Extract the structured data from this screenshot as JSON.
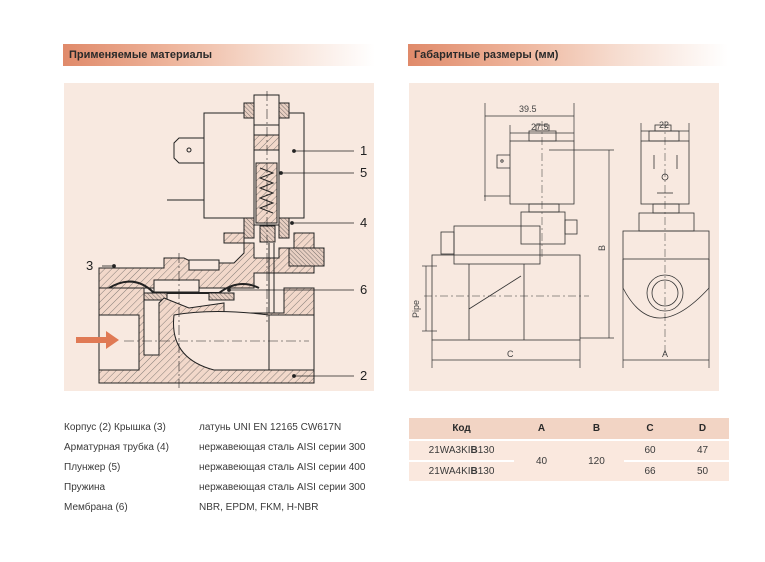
{
  "headers": {
    "materials": "Применяемые материалы",
    "dimensions": "Габаритные размеры (мм)"
  },
  "colors": {
    "accent": "#e07a55",
    "panel_bg": "#f8e9e0",
    "table_header_bg": "#f2d4c4",
    "table_row_bg": "#fae8de"
  },
  "section_drawing": {
    "callouts": [
      "1",
      "5",
      "4",
      "3",
      "6",
      "2"
    ],
    "flow_arrow": "flow-direction-arrow"
  },
  "dimension_drawing": {
    "labels": {
      "width_total": "39.5",
      "width_coil": "27.5",
      "width_side": "22",
      "height": "B",
      "pipe": "Pipe",
      "length": "C",
      "side_width": "A"
    }
  },
  "materials": [
    {
      "part": "Корпус (2) Крышка (3)",
      "material": "латунь UNI EN 12165 CW617N"
    },
    {
      "part": "Арматурная трубка (4)",
      "material": "нержавеющая сталь AISI серии 300"
    },
    {
      "part": "Плунжер (5)",
      "material": "нержавеющая сталь AISI серии 400"
    },
    {
      "part": "Пружина",
      "material": "нержавеющая сталь AISI серии 300"
    },
    {
      "part": "Мембрана (6)",
      "material": "NBR, EPDM, FKM, H-NBR"
    }
  ],
  "dims_table": {
    "columns": [
      "Код",
      "A",
      "B",
      "C",
      "D"
    ],
    "rows": [
      {
        "code_pre": "21WA3KI",
        "code_bold": "B",
        "code_post": "130",
        "A": "40",
        "B": "120",
        "C": "60",
        "D": "47"
      },
      {
        "code_pre": "21WA4KI",
        "code_bold": "B",
        "code_post": "130",
        "C": "66",
        "D": "50"
      }
    ]
  }
}
